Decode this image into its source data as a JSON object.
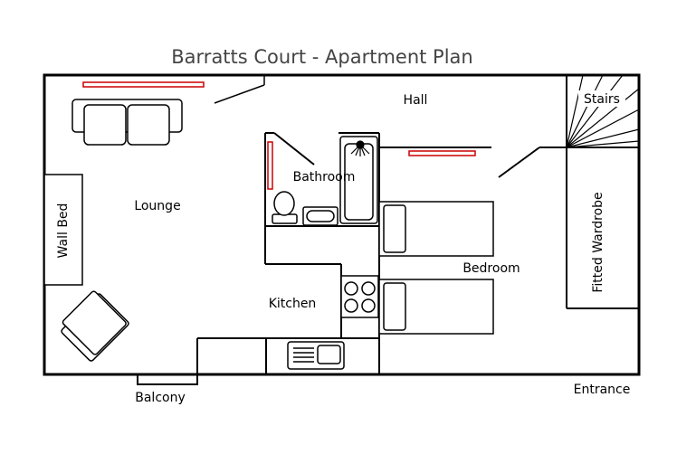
{
  "title": "Barratts Court - Apartment Plan",
  "rooms": {
    "hall": "Hall",
    "stairs": "Stairs",
    "bathroom": "Bathroom",
    "lounge": "Lounge",
    "wall_bed": "Wall Bed",
    "bedroom": "Bedroom",
    "fitted_wardrobe": "Fitted Wardrobe",
    "kitchen": "Kitchen",
    "balcony": "Balcony",
    "entrance": "Entrance"
  },
  "colors": {
    "wall": "#000000",
    "radiator": "#cc0000",
    "title": "#444444"
  }
}
